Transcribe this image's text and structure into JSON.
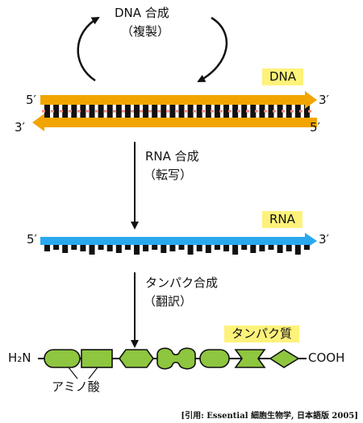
{
  "process_top": {
    "line1": "DNA 合成",
    "line2": "（複製）"
  },
  "dna": {
    "tag": "DNA",
    "top_left": "5′",
    "top_right": "3′",
    "bottom_left": "3′",
    "bottom_right": "5′",
    "strand_color": "#f2a500",
    "pair_color": "#f08a7a"
  },
  "process_mid": {
    "line1": "RNA 合成",
    "line2": "（転写）"
  },
  "rna": {
    "tag": "RNA",
    "left": "5′",
    "right": "3′",
    "strand_color": "#2aa8ef"
  },
  "process_bottom": {
    "line1": "タンパク合成",
    "line2": "（翻訳）"
  },
  "protein": {
    "tag": "タンパク質",
    "n_term": "H₂N",
    "c_term": "COOH",
    "residue_label": "アミノ酸",
    "residue_color": "#8ec63f"
  },
  "citation": "[引用: Essential 細胞生物学, 日本語版 2005]"
}
